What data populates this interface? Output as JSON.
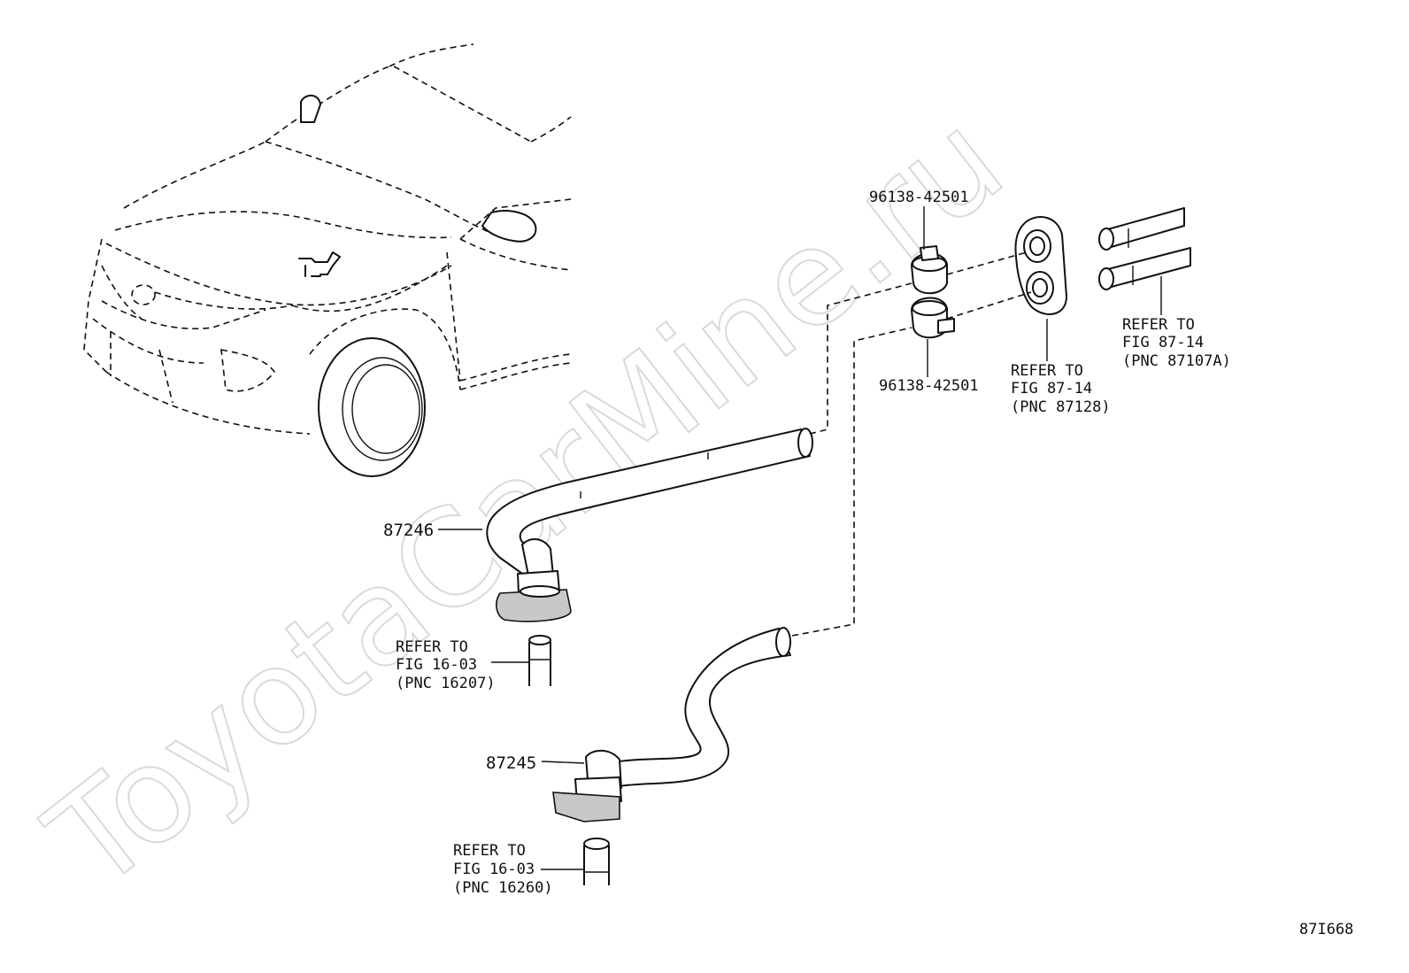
{
  "watermark": "ToyotaCarMine.ru",
  "figure_code": "87I668",
  "parts": {
    "hose_upper": {
      "number": "87246"
    },
    "hose_lower": {
      "number": "87245"
    },
    "clamp_upper": {
      "number": "96138-42501"
    },
    "clamp_lower": {
      "number": "96138-42501"
    }
  },
  "references": {
    "grommet": {
      "line1": "REFER TO",
      "line2": "FIG 87-14",
      "line3": "(PNC 87128)"
    },
    "heater_pipes": {
      "line1": "REFER TO",
      "line2": "FIG 87-14",
      "line3": "(PNC 87107A)"
    },
    "engine_outlet_upper": {
      "line1": "REFER TO",
      "line2": "FIG 16-03",
      "line3": "(PNC 16207)"
    },
    "engine_outlet_lower": {
      "line1": "REFER TO",
      "line2": "FIG 16-03",
      "line3": "(PNC 16260)"
    }
  }
}
